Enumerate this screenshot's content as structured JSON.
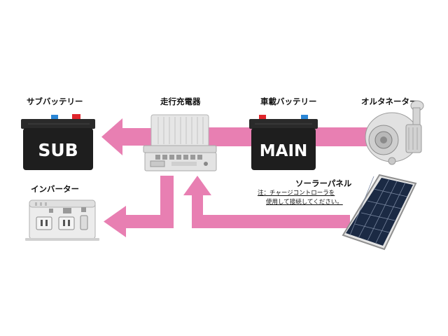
{
  "labels": {
    "sub_battery": "サブバッテリー",
    "charger": "走行充電器",
    "main_battery": "車載バッテリー",
    "alternator": "オルタネーター",
    "inverter": "インバーター",
    "solar_panel": "ソーラーパネル"
  },
  "battery_text": {
    "sub": "SUB",
    "main": "MAIN"
  },
  "note": {
    "line1": "注：チャージコントローラを",
    "line2": "使用して接続してください。"
  },
  "colors": {
    "arrow": "#e87fb2",
    "battery": "#1e1e1e",
    "terminal_red": "#e0252b",
    "terminal_blue": "#2a86d6",
    "device_gray": "#dcdcdc",
    "solar_cell": "#1b2a44"
  }
}
